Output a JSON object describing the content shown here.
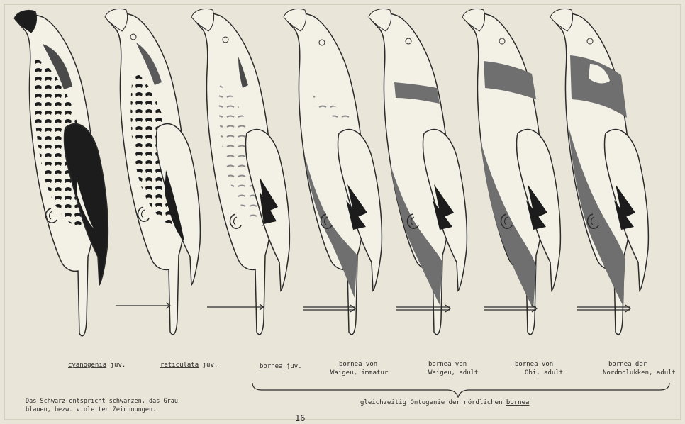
{
  "plate": {
    "page_number": "16",
    "footnote_line1": "Das Schwarz entspricht schwarzen, das Grau",
    "footnote_line2": "blauen, bezw. violetten Zeichnungen.",
    "bracket_caption_prefix": "gleichzeitig Ontogenie der nördlichen",
    "bracket_caption_name": "bornea"
  },
  "figures": [
    {
      "name": "cyanogenia",
      "suffix": " juv.",
      "line2": ""
    },
    {
      "name": "reticulata",
      "suffix": " juv.",
      "line2": ""
    },
    {
      "name": "bornea",
      "suffix": " juv.",
      "line2": ""
    },
    {
      "name": "bornea",
      "suffix": " von",
      "line2": "Waigeu, immatur"
    },
    {
      "name": "bornea",
      "suffix": " von",
      "line2": "Waigeu, adult"
    },
    {
      "name": "bornea",
      "suffix": " von",
      "line2": "Obi, adult"
    },
    {
      "name": "bornea",
      "suffix": " der",
      "line2": "Nordmolukken, adult"
    }
  ],
  "colors": {
    "paper": "#e9e5d8",
    "ink": "#2b2b2b",
    "black_marking": "#1c1c1c",
    "grey_marking": "#6f6f6f"
  }
}
